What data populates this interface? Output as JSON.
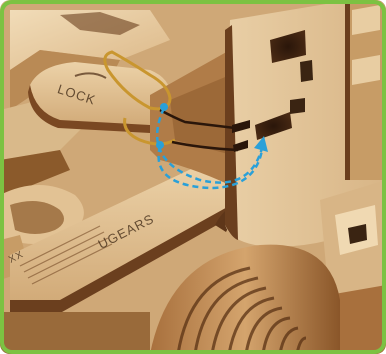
{
  "engravings": {
    "lock_label": "LOCK",
    "brand_label": "UGEARS",
    "pattern_label": "XX"
  },
  "colors": {
    "frame_border": "#7cc242",
    "rubber_band": "#c9962f",
    "arrow": "#2aa0d8",
    "wood_light": "#e6c79c",
    "wood_edge": "#6b3f1e"
  },
  "icons": {
    "arrow": "curved-dashed-arrow-icon",
    "band": "rubber-band-icon"
  }
}
